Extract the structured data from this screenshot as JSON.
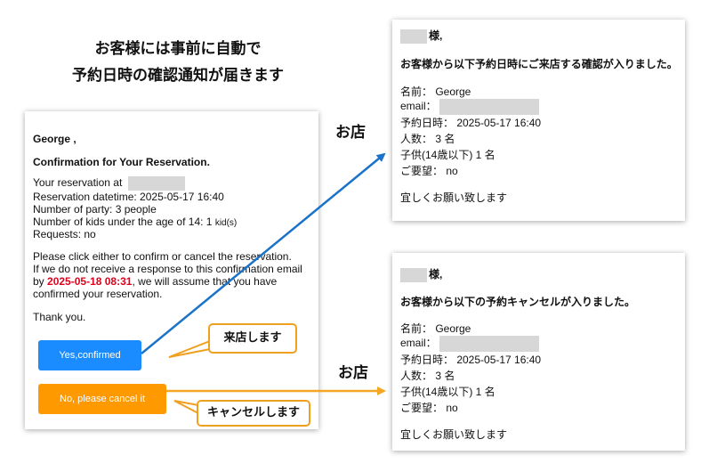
{
  "headline": {
    "line1": "お客様には事前に自動で",
    "line2": "予約日時の確認通知が届きます"
  },
  "customer_email": {
    "greeting": "George ,",
    "subject": "Confirmation for Your Reservation.",
    "reservation_at_label": "Your reservation at",
    "datetime": "Reservation datetime: 2025-05-17 16:40",
    "party": "Number of party: 3 people",
    "kids_label": "Number of kids under the age of 14: 1",
    "kids_unit": "kid(s)",
    "requests": "Requests: no",
    "instruction_1": "Please click either to confirm or cancel the reservation.",
    "instruction_2": "If we do not receive a response to this confirmation email",
    "deadline_prefix": "by",
    "deadline": "2025-05-18 08:31",
    "deadline_suffix": ", we will assume that you have",
    "instruction_4": "confirmed your reservation.",
    "thanks": "Thank you.",
    "confirm_button": "Yes,confirmed",
    "cancel_button": "No, please cancel it"
  },
  "callouts": {
    "visit": "来店します",
    "cancel": "キャンセルします"
  },
  "store_labels": {
    "top": "お店",
    "bottom": "お店"
  },
  "store_email_confirm": {
    "honorific": "様,",
    "message": "お客様から以下予約日時にご来店する確認が入りました。",
    "name": "名前： George",
    "email_label": "email：",
    "datetime": "予約日時： 2025-05-17 16:40",
    "party": "人数： 3 名",
    "kids": "子供(14歳以下) 1 名",
    "requests": "ご要望： no",
    "closing": "宜しくお願い致します"
  },
  "store_email_cancel": {
    "honorific": "様,",
    "message": "お客様から以下の予約キャンセルが入りました。",
    "name": "名前： George",
    "email_label": "email：",
    "datetime": "予約日時： 2025-05-17 16:40",
    "party": "人数： 3 名",
    "kids": "子供(14歳以下) 1 名",
    "requests": "ご要望： no",
    "closing": "宜しくお願い致します"
  },
  "colors": {
    "confirm_button": "#1a8cff",
    "cancel_button": "#ff9900",
    "deadline_text": "#e0001b",
    "arrow_blue": "#1a73c8",
    "arrow_orange": "#f5a623",
    "callout_border": "#f0a020",
    "redaction": "#d7d7d7"
  }
}
